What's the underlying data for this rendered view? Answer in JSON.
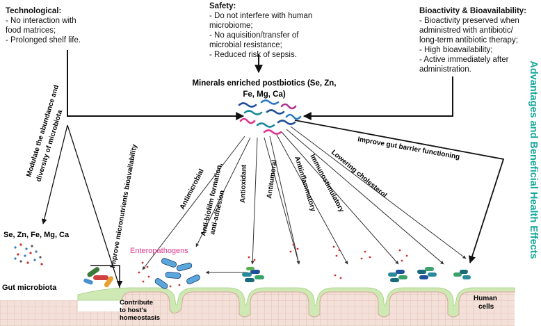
{
  "header_blocks": {
    "technological": {
      "title": "Technological:",
      "lines": [
        "- No interaction with",
        "food matrices;",
        "- Prolonged shelf life."
      ]
    },
    "safety": {
      "title": "Safety:",
      "lines": [
        "- Do not interfere with human",
        "microbiome;",
        "- No aquisition/transfer of",
        "microbial resistance;",
        "- Reduced risk of sepsis."
      ]
    },
    "bioactivity": {
      "title": "Bioactivity & Bioavailability:",
      "lines": [
        "- Bioactivity preserved when",
        "administred with antibiotic/",
        "long-term antibiotic therapy;",
        "- High bioavailability;",
        "- Active immediately after",
        "administration."
      ]
    }
  },
  "center": {
    "line1": "Minerals enriched postbiotics (Se, Zn,",
    "line2": "Fe, Mg, Ca)"
  },
  "side_title": "Advantages and Beneficial Health Effects",
  "left": {
    "modulate_line1": "Modulate the abundance and",
    "modulate_line2": "diversity of microbiota",
    "micronutrients": "Improve micronutrients bioavailability",
    "minerals": "Se, Zn, Fe, Mg, Ca",
    "gut_microbiota": "Gut microbiota",
    "contribute_1": "Contribute",
    "contribute_2": "to host's",
    "contribute_3": "homeostasis"
  },
  "effects": {
    "antimicrobial": "Antimicrobial",
    "antibiofilm_1": "Anti-biofilm formation,",
    "antibiofilm_2": "anti-adhesion",
    "antioxidant": "Antioxidant",
    "antitumoral": "Antitumoral",
    "antiinflammatory": "Antiinflammatory",
    "immunostimulatory": "Immunostimulatory",
    "lowering_cholesterol": "Lowering cholesterol",
    "gut_barrier": "Improve gut barrier functioning"
  },
  "enteropathogens": "Enteropathogens",
  "human_cells_1": "Human",
  "human_cells_2": "cells",
  "colors": {
    "accent_teal": "#14a89a",
    "pink": "#e0338f",
    "tissue_green": "#cfe9b4",
    "tissue_base": "#f3e0d8",
    "tissue_cells": "#e8c2b8"
  }
}
